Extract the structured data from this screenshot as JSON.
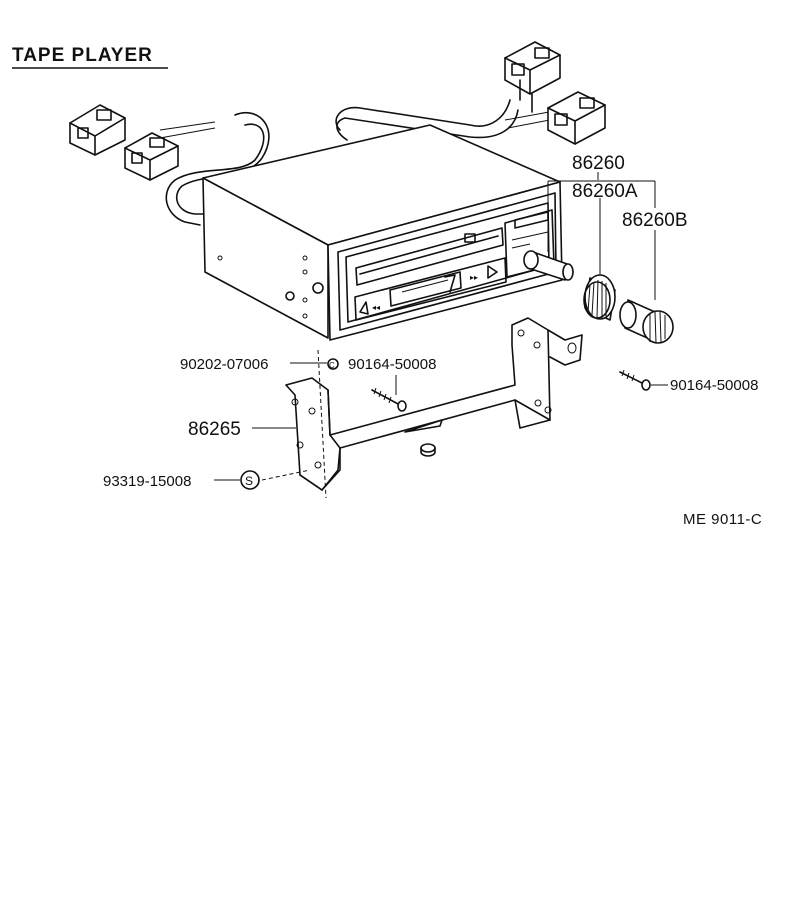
{
  "diagram": {
    "title": "TAPE PLAYER",
    "drawing_code": "ME  9011-C",
    "parts": {
      "p86260": "86260",
      "p86260A": "86260A",
      "p86260B": "86260B",
      "p90202": "90202-07006",
      "p90164_left": "90164-50008",
      "p90164_right": "90164-50008",
      "p86265": "86265",
      "p93319": "93319-15008"
    },
    "symbols": {
      "washer_symbol": "C",
      "screw_symbol": "S"
    }
  }
}
